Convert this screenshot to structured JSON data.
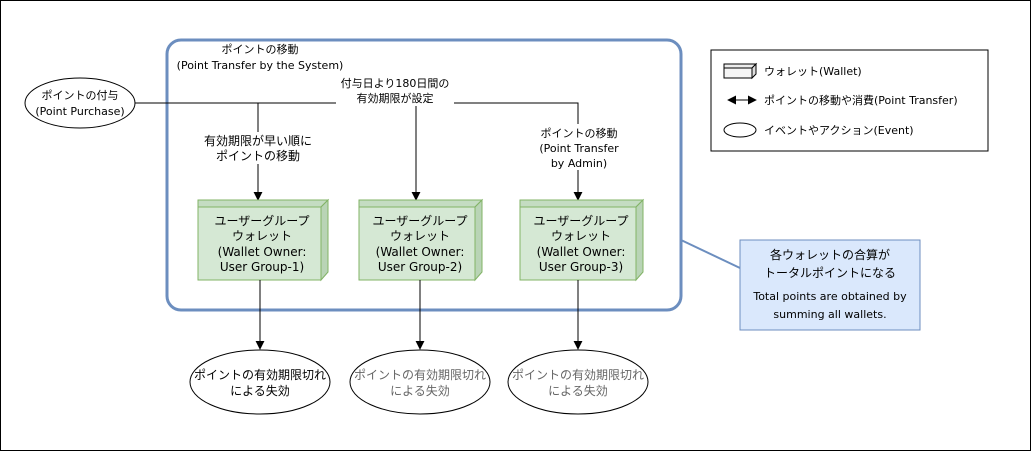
{
  "group_box": {
    "title_line1": "ポイントの移動",
    "title_line2": "(Point Transfer by the System)"
  },
  "purchase_event": {
    "line1": "ポイントの付与",
    "line2": "(Point Purchase)"
  },
  "expiry_note": {
    "line1": "付与日より180日間の",
    "line2": "有効期限が設定"
  },
  "earliest_expiry_note": {
    "line1": "有効期限が早い順に",
    "line2": "ポイントの移動"
  },
  "admin_transfer_note": {
    "line1": "ポイントの移動",
    "line2": "(Point Transfer",
    "line3": "by Admin)"
  },
  "wallets": [
    {
      "line1": "ユーザーグループ",
      "line2": "ウォレット",
      "line3": "(Wallet Owner:",
      "line4": "User Group-1)"
    },
    {
      "line1": "ユーザーグループ",
      "line2": "ウォレット",
      "line3": "(Wallet Owner:",
      "line4": "User Group-2)"
    },
    {
      "line1": "ユーザーグループ",
      "line2": "ウォレット",
      "line3": "(Wallet Owner:",
      "line4": "User Group-3)"
    }
  ],
  "expiry_events": [
    {
      "line1": "ポイントの有効期限切れ",
      "line2": "による失効"
    },
    {
      "line1": "ポイントの有効期限切れ",
      "line2": "による失効"
    },
    {
      "line1": "ポイントの有効期限切れ",
      "line2": "による失効"
    }
  ],
  "legend": {
    "wallet": "ウォレット(Wallet)",
    "transfer": "ポイントの移動や消費(Point Transfer)",
    "event": "イベントやアクション(Event)"
  },
  "total_note": {
    "line1": "各ウォレットの合算が",
    "line2": "トータルポイントになる",
    "line3": "Total points are obtained by",
    "line4": "summing all wallets."
  },
  "colors": {
    "group_border": "#6c8ebf",
    "wallet_fill": "#d5e8d4",
    "wallet_stroke": "#82b366",
    "note_fill": "#dae8fc",
    "note_stroke": "#6c8ebf",
    "expired_text": "#666666"
  }
}
